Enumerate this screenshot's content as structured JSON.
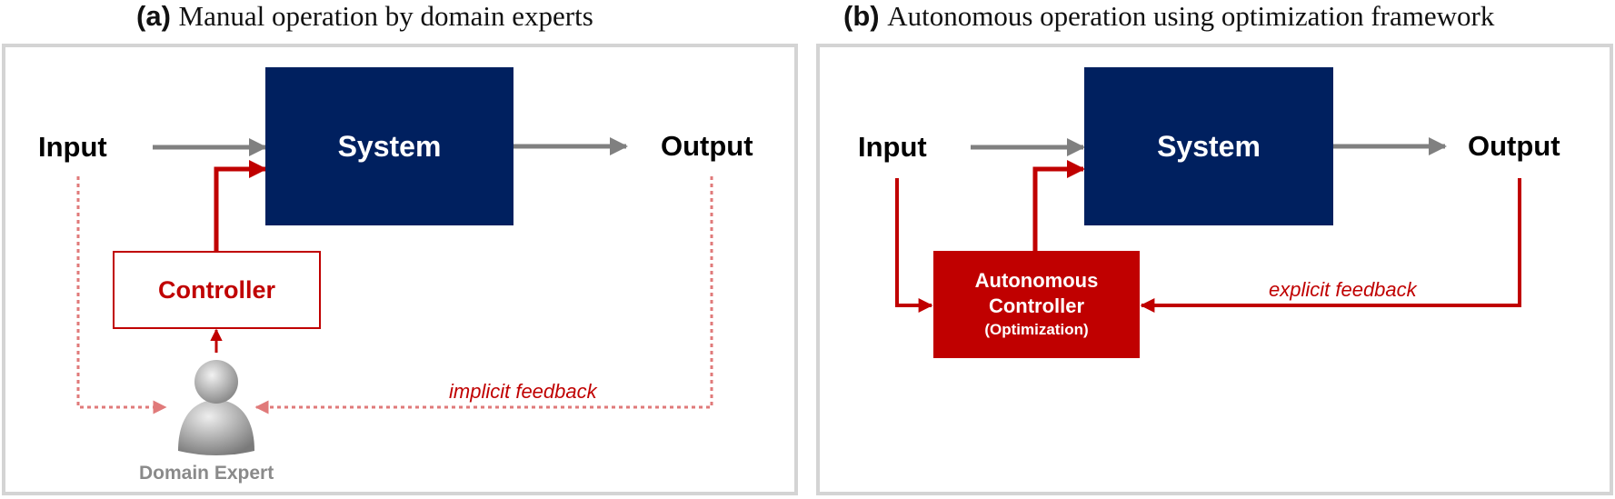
{
  "panel_a": {
    "tag": "(a)",
    "title": "Manual operation by domain experts",
    "input_label": "Input",
    "output_label": "Output",
    "system_label": "System",
    "controller_label": "Controller",
    "feedback_label": "implicit feedback",
    "expert_label": "Domain Expert"
  },
  "panel_b": {
    "tag": "(b)",
    "title": "Autonomous operation using optimization framework",
    "input_label": "Input",
    "output_label": "Output",
    "system_label": "System",
    "controller_line1": "Autonomous",
    "controller_line2": "Controller",
    "controller_line3": "(Optimization)",
    "feedback_label": "explicit feedback"
  },
  "colors": {
    "system_box": "#00205f",
    "controller_red": "#c00000",
    "dotted_feedback": "#e07a7a",
    "flow_arrow": "#808080",
    "frame_border": "#d4d4d4"
  },
  "icons": {
    "expert": "person-icon"
  }
}
